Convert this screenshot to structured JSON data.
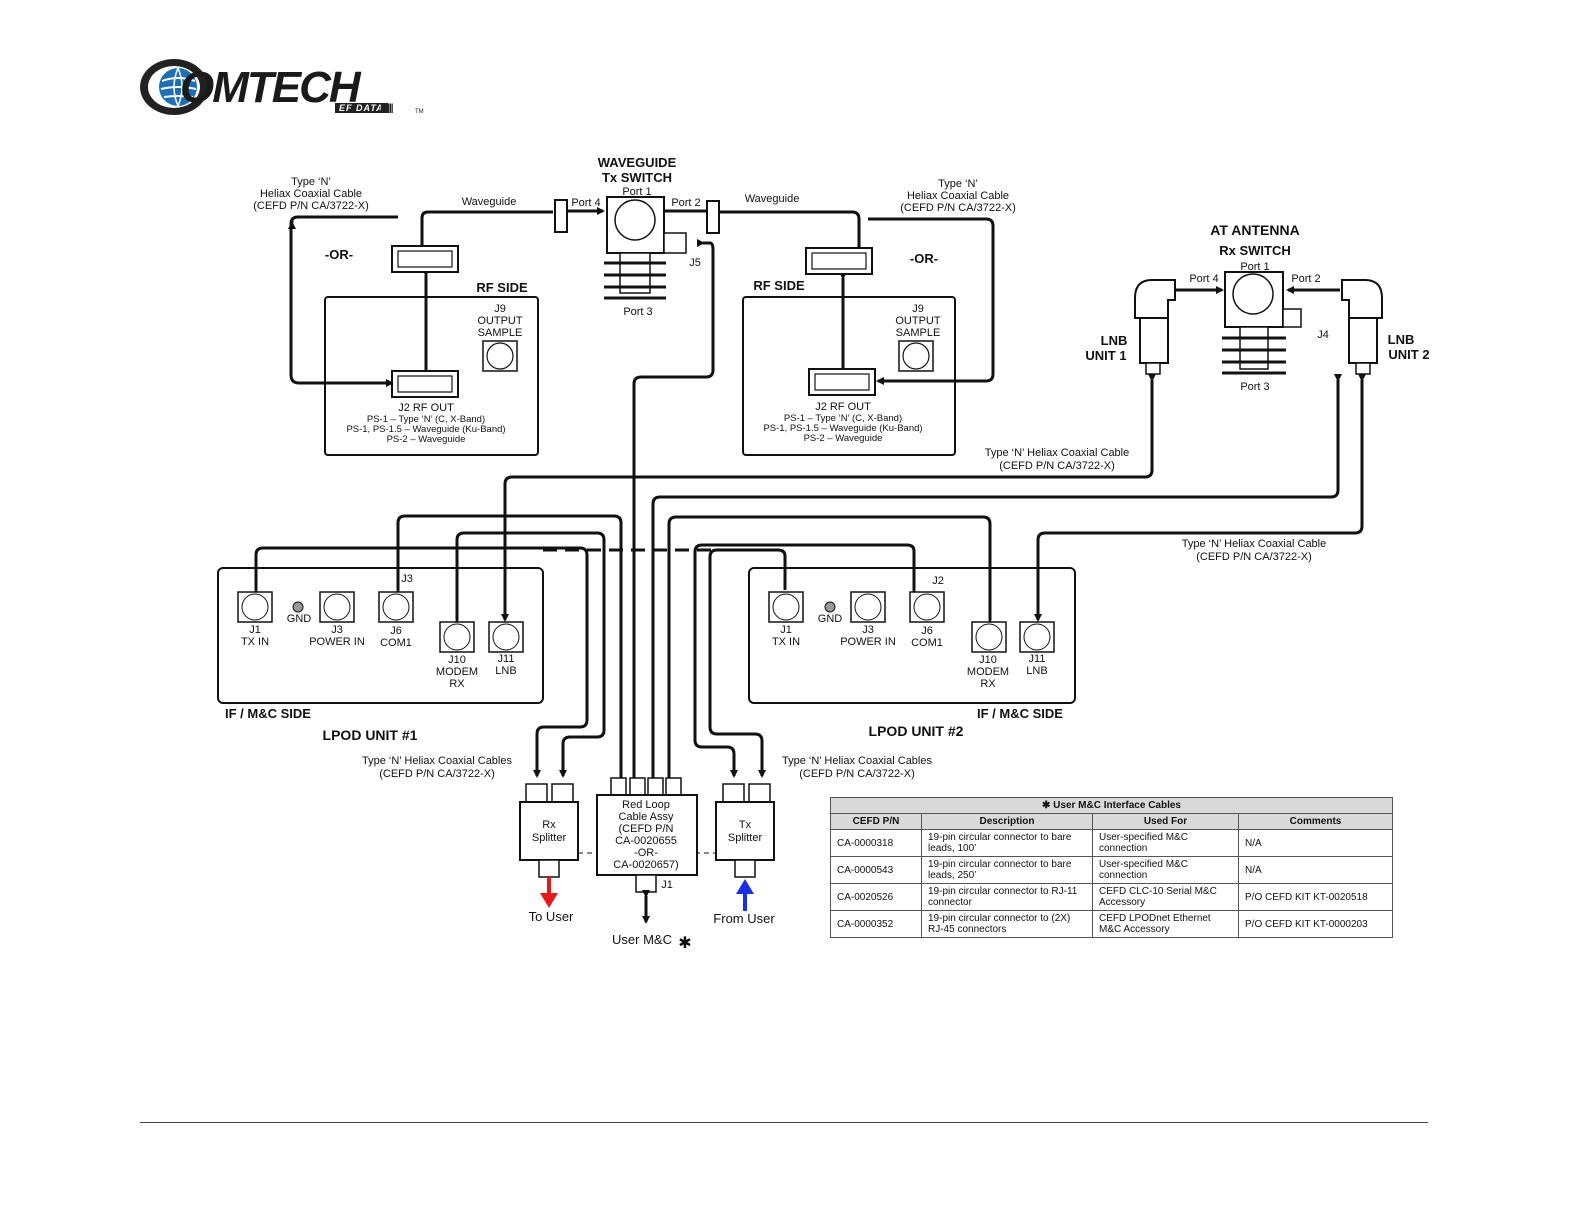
{
  "logo": {
    "word": "OMTECH",
    "sub": "EF DATA",
    "bars": "|||||||",
    "tm": "TM"
  },
  "tx_switch": {
    "title1": "WAVEGUIDE",
    "title2": "Tx SWITCH",
    "port1": "Port 1",
    "port2": "Port 2",
    "port3": "Port 3",
    "port4": "Port 4",
    "j5": "J5"
  },
  "rx_switch": {
    "title1": "AT ANTENNA",
    "title2": "Rx SWITCH",
    "port1": "Port 1",
    "port2": "Port 2",
    "port3": "Port 3",
    "port4": "Port 4",
    "j4": "J4"
  },
  "labels": {
    "heliax_left_1": "Type ‘N’",
    "heliax_left_2": "Heliax Coaxial Cable",
    "heliax_left_3": "(CEFD P/N CA/3722-X)",
    "heliax_right_1": "Type ‘N’",
    "heliax_right_2": "Heliax Coaxial Cable",
    "heliax_right_3": "(CEFD P/N CA/3722-X)",
    "waveguide": "Waveguide",
    "or": "-OR-",
    "rf_side": "RF SIDE",
    "j9_1": "J9",
    "j9_2": "OUTPUT",
    "j9_3": "SAMPLE",
    "j2_title": "J2 RF OUT",
    "j2_line1": "PS-1 – Type ‘N’ (C, X-Band)",
    "j2_line2": "PS-1, PS-1.5 – Waveguide (Ku-Band)",
    "j2_line3": "PS-2 – Waveguide",
    "lnb1_1": "LNB",
    "lnb1_2": "UNIT 1",
    "lnb2_1": "LNB",
    "lnb2_2": "UNIT 2",
    "heliax_a_1": "Type ‘N’ Heliax Coaxial Cable",
    "heliax_a_2": "(CEFD P/N CA/3722-X)",
    "heliax_b_1": "Type ‘N’ Heliax Coaxial Cable",
    "heliax_b_2": "(CEFD P/N CA/3722-X)",
    "heliax_cables_1": "Type ‘N’ Heliax Coaxial Cables",
    "heliax_cables_2": "(CEFD P/N CA/3722-X)",
    "if_side": "IF / M&C SIDE",
    "lpod1": "LPOD UNIT #1",
    "lpod2": "LPOD UNIT #2",
    "j1": "J1",
    "tx_in": "TX IN",
    "gnd": "GND",
    "j3": "J3",
    "power_in": "POWER IN",
    "j6": "J6",
    "com1": "COM1",
    "j10": "J10",
    "modem": "MODEM",
    "rx": "RX",
    "j11": "J11",
    "lnb": "LNB",
    "j3_tag": "J3",
    "j2_tag": "J2",
    "rx_splitter_1": "Rx",
    "rx_splitter_2": "Splitter",
    "tx_splitter_1": "Tx",
    "tx_splitter_2": "Splitter",
    "red_loop_1": "Red Loop",
    "red_loop_2": "Cable Assy",
    "red_loop_3": "(CEFD P/N",
    "red_loop_4": "CA-0020655",
    "red_loop_5": "-OR-",
    "red_loop_6": "CA-0020657)",
    "j1_bottom": "J1",
    "to_user": "To  User",
    "from_user": "From User",
    "user_mc": "User M&C"
  },
  "table": {
    "caption": "User M&C Interface Cables",
    "headers": [
      "CEFD P/N",
      "Description",
      "Used For",
      "Comments"
    ],
    "rows": [
      [
        "CA-0000318",
        "19-pin circular connector to bare leads, 100’",
        "User-specified M&C connection",
        "N/A"
      ],
      [
        "CA-0000543",
        "19-pin circular connector to bare leads, 250’",
        "User-specified M&C connection",
        "N/A"
      ],
      [
        "CA-0020526",
        "19-pin circular connector to RJ-11 connector",
        "CEFD CLC-10 Serial M&C Accessory",
        "P/O  CEFD KIT KT-0020518"
      ],
      [
        "CA-0000352",
        "19-pin circular connector to (2X) RJ-45 connectors",
        "CEFD LPODnet Ethernet M&C Accessory",
        "P/O CEFD KIT KT-0000203"
      ]
    ]
  },
  "colors": {
    "to_user_arrow": "#e8191c",
    "from_user_arrow": "#1c2fe8"
  }
}
